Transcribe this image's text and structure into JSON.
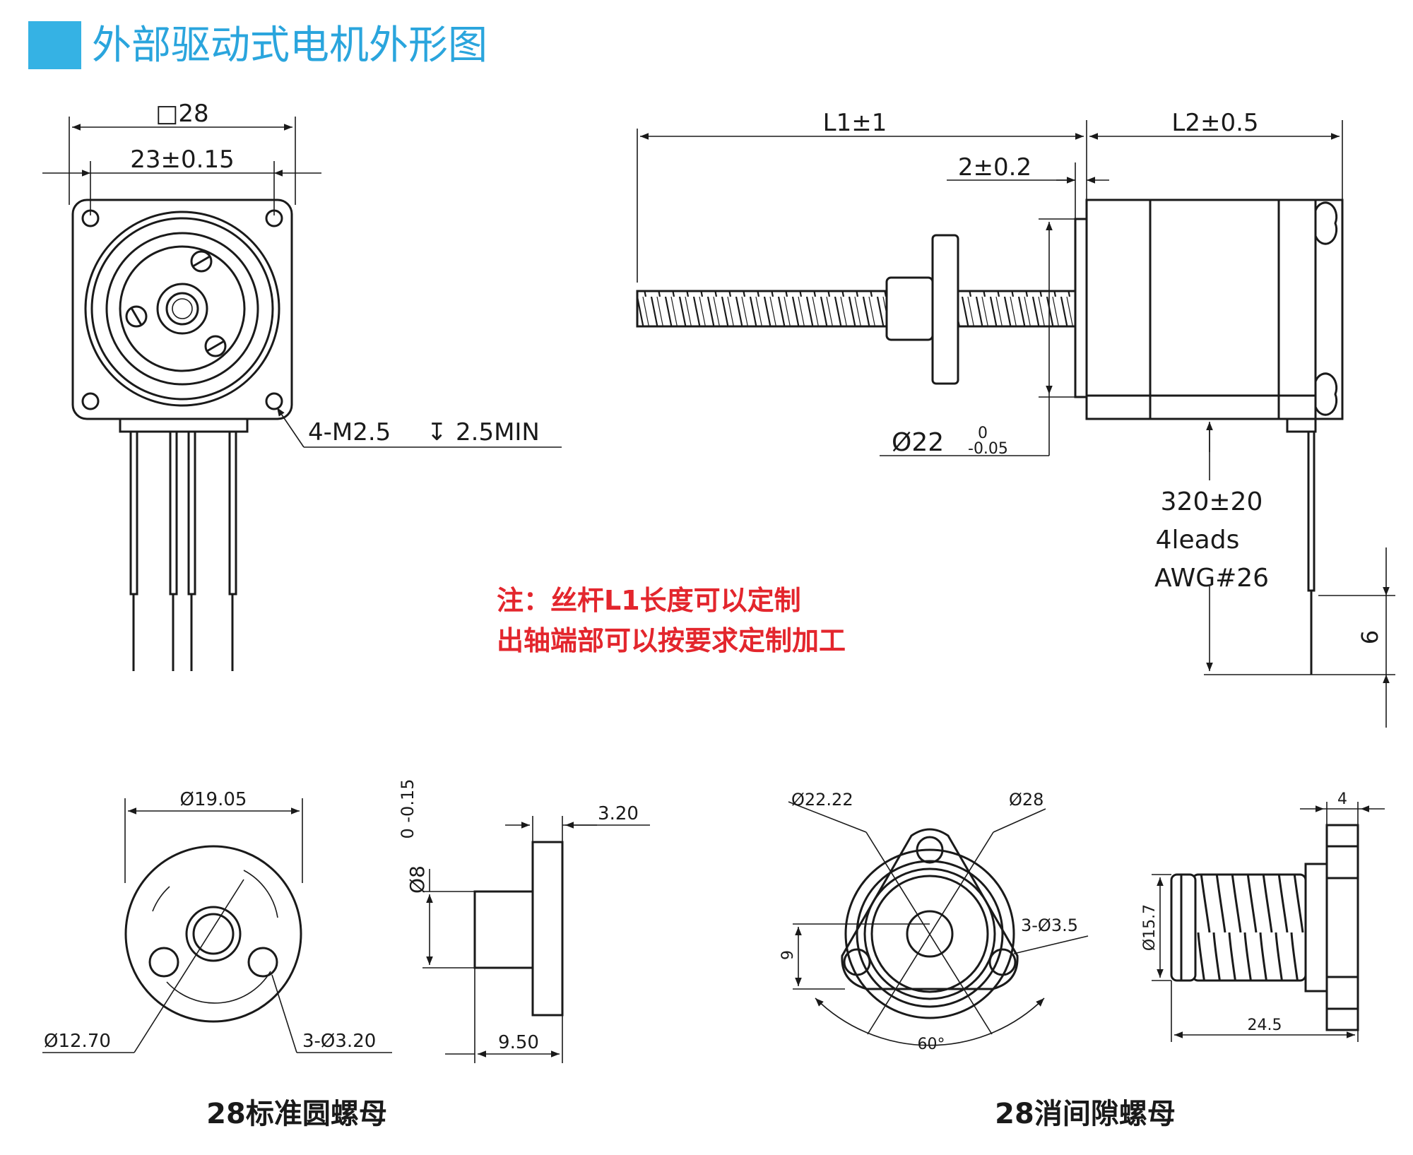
{
  "header": {
    "title": "外部驱动式电机外形图",
    "accent_color": "#35b2e4",
    "title_color": "#2aa5dd"
  },
  "front_view": {
    "square_label": "□28",
    "hole_spacing": "23±0.15",
    "hole_callout": "4-M2.5",
    "depth_symbol": "↧",
    "depth_value": "2.5MIN"
  },
  "side_view": {
    "l1": "L1±1",
    "l2": "L2±0.5",
    "boss_offset": "2±0.2",
    "boss_dia": "Ø22",
    "boss_tol_upper": "0",
    "boss_tol_lower": "-0.05",
    "lead_length": "320±20",
    "leads": "4leads",
    "awg": "AWG#26",
    "strip_length": "6"
  },
  "notes": {
    "color": "#e3262d",
    "line1": "注：丝杆L1长度可以定制",
    "line2": "出轴端部可以按要求定制加工"
  },
  "standard_nut": {
    "caption": "28标准圆螺母",
    "flange_dia": "Ø19.05",
    "bolt_circle": "Ø12.70",
    "holes": "3-Ø3.20",
    "body_dia": "Ø8",
    "body_tol": "0 -0.15",
    "flange_thk": "3.20",
    "length": "9.50"
  },
  "anti_backlash_nut": {
    "caption": "28消间隙螺母",
    "bolt_circle": "Ø22.22",
    "outer_dia": "Ø28",
    "holes": "3-Ø3.5",
    "offset": "9",
    "angle": "60°",
    "flange_thk": "4",
    "body_dia": "Ø15.7",
    "length": "24.5"
  }
}
